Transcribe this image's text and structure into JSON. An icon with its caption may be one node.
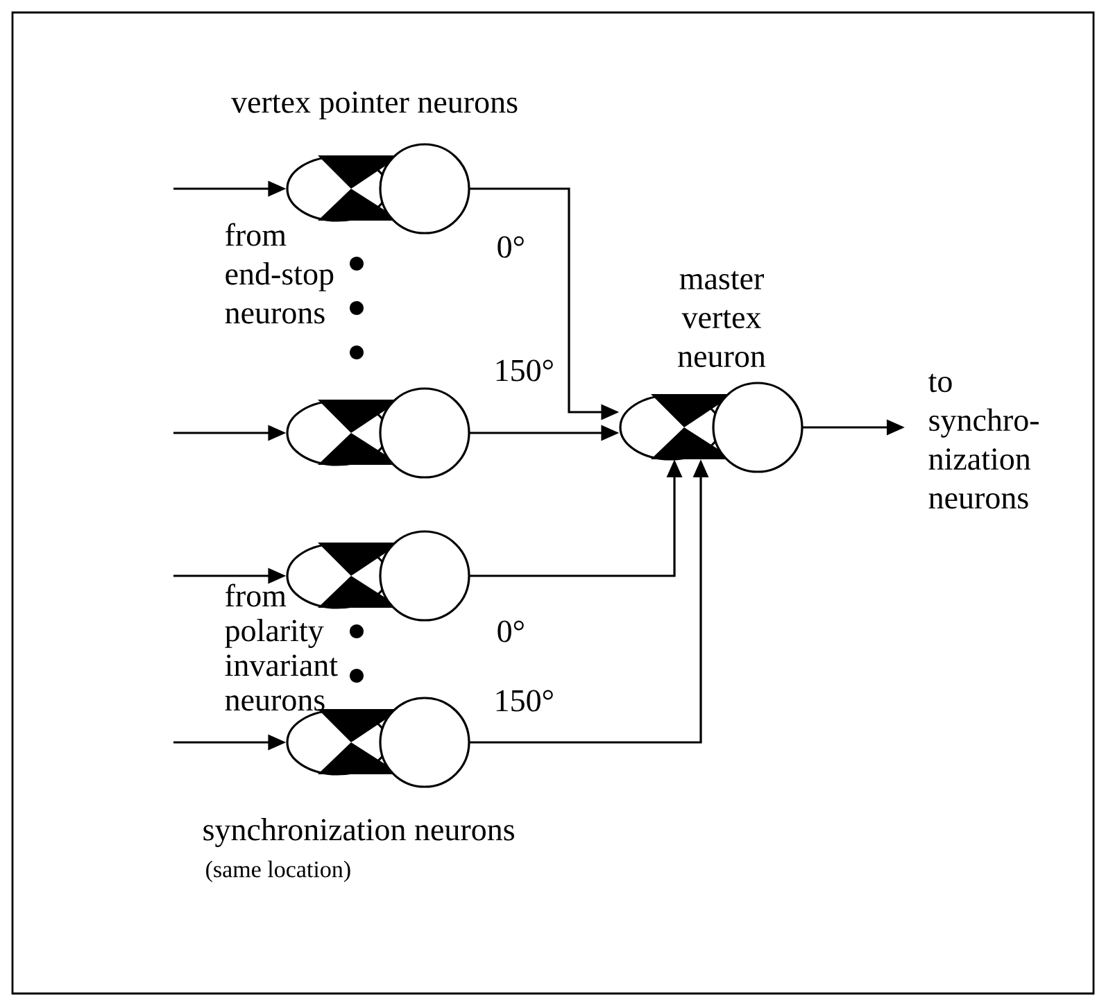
{
  "diagram": {
    "nodes": [
      {
        "text": [],
        "shape": "picture",
        "beside": [
          "0°"
        ]
      },
      {
        "text": [],
        "shape": "picture",
        "beside": [
          "150°"
        ]
      },
      {
        "text": [
          "master vertex neuron"
        ]
      },
      {
        "text": [],
        "shape": "picture",
        "beside": [
          "0°"
        ]
      },
      {
        "text": [],
        "shape": "picture",
        "beside": [
          "150°"
        ]
      },
      {
        "text": [
          "to synchro- nization neurons"
        ]
      }
    ],
    "edges": [
      {
        "from": null,
        "to": 0,
        "arrow": "to"
      },
      {
        "from": null,
        "to": 1,
        "arrow": "to"
      },
      {
        "from": null,
        "to": 3,
        "arrow": "to"
      },
      {
        "from": null,
        "to": 4,
        "arrow": "to"
      },
      {
        "from": 0,
        "to": 2,
        "arrow": "to"
      },
      {
        "from": 1,
        "to": 2,
        "arrow": "to"
      },
      {
        "from": 3,
        "to": 2,
        "arrow": "to"
      },
      {
        "from": 4,
        "to": 2,
        "arrow": "to"
      },
      {
        "from": 2,
        "to": 5,
        "arrow": "to"
      }
    ],
    "labels": [
      "vertex pointer neurons",
      "from end-stop neurons",
      "from polarity invariant neurons",
      "synchronization neurons",
      "(same location)"
    ]
  }
}
